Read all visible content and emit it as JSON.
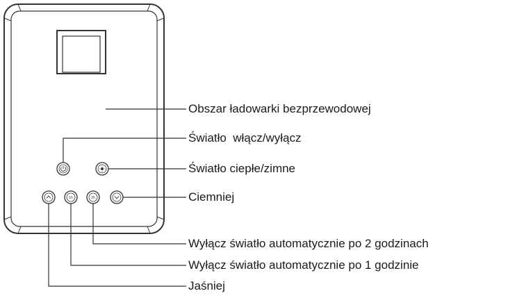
{
  "device": {
    "buttons": [
      {
        "id": "power",
        "icon": "power-icon"
      },
      {
        "id": "warm-cold",
        "icon": "sun-icon"
      },
      {
        "id": "brighter",
        "icon": "chevron-up-icon"
      },
      {
        "id": "timer-1h",
        "icon_text": "1h"
      },
      {
        "id": "timer-2h",
        "icon_text": "2h"
      },
      {
        "id": "dimmer",
        "icon": "chevron-down-icon"
      }
    ]
  },
  "callouts": {
    "wireless_charger": "Obszar ładowarki bezprzewodowej",
    "light_on_off": "Światło  włącz/wyłącz",
    "warm_cold": "Światło ciepłe/zimne",
    "dimmer": "Ciemniej",
    "auto_off_2h": "Wyłącz światło automatycznie po 2 godzinach",
    "auto_off_1h": "Wyłącz światło automatycznie po 1 godzinie",
    "brighter": "Jaśniej"
  }
}
